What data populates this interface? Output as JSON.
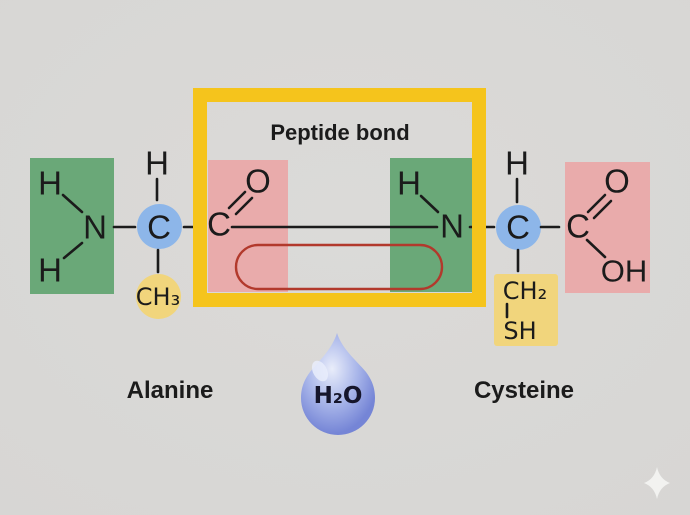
{
  "scene": {
    "peptide_box_title": "Peptide bond",
    "alanine_label": "Alanine",
    "cysteine_label": "Cysteine",
    "water_label": "H₂O"
  },
  "alanine": {
    "h_top": "H",
    "h_upper": "H",
    "h_lower": "H",
    "n": "N",
    "c_alpha": "C",
    "c_carbonyl": "C",
    "o": "O",
    "side_chain": "CH₃"
  },
  "peptide_bond": {
    "h": "H",
    "n": "N"
  },
  "cysteine": {
    "h_top": "H",
    "c_alpha": "C",
    "c_carboxyl": "C",
    "o": "O",
    "oh": "OH",
    "ch2": "CH₂",
    "sh": "SH"
  },
  "colors": {
    "background": "#d7d6d4",
    "box_border": "#f5c41c",
    "amine_green": "#6aa878",
    "carboxyl_pink": "#e9abab",
    "carbon_blue": "#8db6e9",
    "side_yellow": "#f1d57c",
    "bond_red": "#b2392c",
    "ink": "#1b1b1b",
    "water_ink": "#16162c",
    "droplet_light": "#e9edfa",
    "droplet_mid": "#aab7ea",
    "droplet_deep": "#7585d6",
    "sparkle": "#f3f3f1"
  }
}
